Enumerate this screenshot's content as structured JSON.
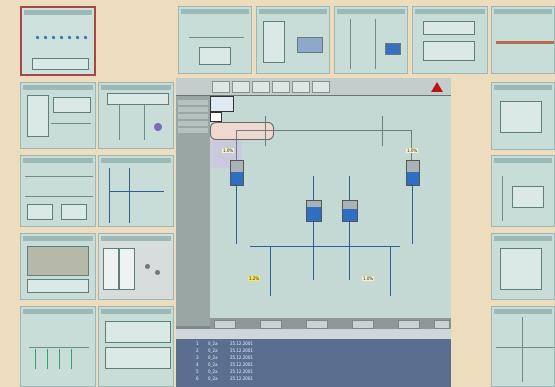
{
  "colors": {
    "background": "#eedcbf",
    "screen": "#c4d9d4",
    "alarm_panel": "#5a6f90",
    "level_fill": "#2f6fc3",
    "warning": "#c01010"
  },
  "icons": {
    "warning": "warning-triangle-icon",
    "close": "close-icon"
  },
  "toolbar": {
    "buttons": [
      "",
      "",
      "",
      "",
      "",
      ""
    ]
  },
  "diagram": {
    "tags": [
      "1.0%",
      "1.0%",
      "1.2%",
      "1.0%"
    ],
    "tank_levels": [
      0.55,
      0.7,
      0.6,
      0.55
    ]
  },
  "alarm": {
    "rows": [
      {
        "col1": "1",
        "col2": "0_2a",
        "col3": "25.12.2001",
        "col4": "",
        "col5": "",
        "col6": ""
      },
      {
        "col1": "2",
        "col2": "0_2a",
        "col3": "25.12.2001",
        "col4": "",
        "col5": "",
        "col6": ""
      },
      {
        "col1": "3",
        "col2": "0_2a",
        "col3": "25.12.2001",
        "col4": "",
        "col5": "",
        "col6": ""
      },
      {
        "col1": "4",
        "col2": "0_2a",
        "col3": "25.12.2001",
        "col4": "",
        "col5": "",
        "col6": ""
      },
      {
        "col1": "5",
        "col2": "0_2a",
        "col3": "25.12.2001",
        "col4": "",
        "col5": "",
        "col6": ""
      },
      {
        "col1": "6",
        "col2": "0_2a",
        "col3": "25.12.2001",
        "col4": "",
        "col5": "",
        "col6": ""
      }
    ]
  }
}
